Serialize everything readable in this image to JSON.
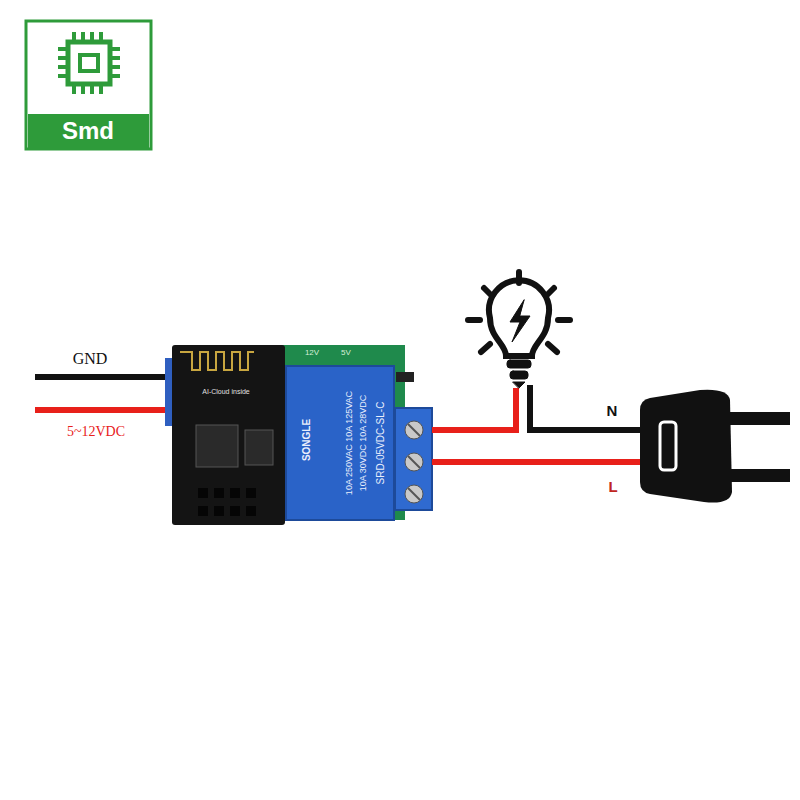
{
  "diagram": {
    "labels": [
      "Smd",
      "GND",
      "5~12VDC",
      "12V",
      "5V",
      "AI-Cloud inside",
      "SONGLE",
      "10A 250VAC 10A 125VAC",
      "10A 30VDC 10A 28VDC",
      "SRD-05VDC-SL-C",
      "N",
      "L"
    ]
  }
}
